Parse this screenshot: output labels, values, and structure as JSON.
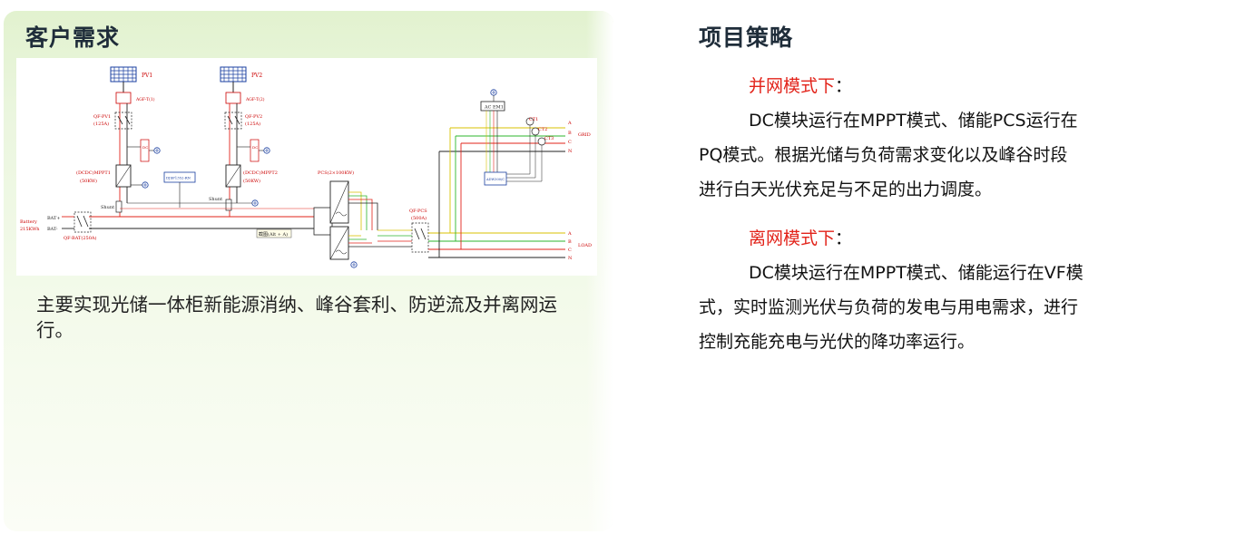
{
  "left": {
    "title": "客户需求",
    "description": "主要实现光储一体柜新能源消纳、峰谷套利、防逆流及并离网运行。"
  },
  "diagram": {
    "pv1": "PV1",
    "pv2": "PV2",
    "agf1": "AGF-T(1)",
    "agf2": "AGF-T(2)",
    "qf_pv1": "QF-PV1",
    "qf_pv1_rating": "(125A)",
    "qf_pv2": "QF-PV2",
    "qf_pv2_rating": "(125A)",
    "mppt1": "(DCDC)MPPT1",
    "mppt1_power": "(50KW)",
    "mppt2": "(DCDC)MPPT2",
    "mppt2_power": "(50KW)",
    "shunt1": "Shunt",
    "shunt2": "Shunt",
    "center_meter": "DJSF1352-RN",
    "battery": "Battery",
    "battery_capacity": "215KWh",
    "bat_plus": "BAT+",
    "bat_minus": "BAT-",
    "qf_bat": "QF-BAT(250A)",
    "pcs": "PCS(2×100KW)",
    "qf_pcs": "QF-PCS",
    "qf_pcs_rating": "(500A)",
    "ac_meter": "AC EM1",
    "ct1": "CT1",
    "ct2": "CT2",
    "ct3": "CT3",
    "controller": "ADW300/C",
    "grid": "GRID",
    "load": "LOAD",
    "phase_a": "A",
    "phase_b": "B",
    "phase_c": "C",
    "phase_n": "N",
    "screenshot_tip": "截图(Alt + A)",
    "dc_small": "DC"
  },
  "right": {
    "title": "项目策略",
    "grid_mode_label": "并网模式下",
    "grid_mode_colon": "：",
    "grid_line1": "DC模块运行在MPPT模式、储能PCS运行在",
    "grid_line2": "PQ模式。根据光储与负荷需求变化以及峰谷时段",
    "grid_line3": "进行白天光伏充足与不足的出力调度。",
    "off_mode_label": "离网模式下",
    "off_mode_colon": "：",
    "off_line1": "DC模块运行在MPPT模式、储能运行在VF模",
    "off_line2": "式，实时监测光伏与负荷的发电与用电需求，进行",
    "off_line3": "控制充能充电与光伏的降功率运行。"
  },
  "colors": {
    "red": "#e2231a",
    "green": "#2db52d",
    "yellow": "#d8c200",
    "dark": "#222222",
    "blue": "#1a3fa0",
    "panel_green": "#e2f2cf"
  }
}
